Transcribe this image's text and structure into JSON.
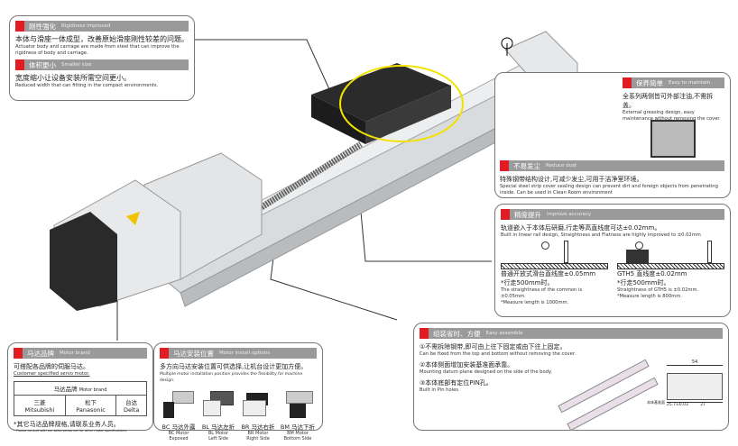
{
  "rigidity": {
    "title_zh": "刚性强化",
    "title_en": "Rigidness improved",
    "text_zh": "本体与滑座一体成型，改善原始滑座刚性较差的问题。",
    "text_en": "Actuator body and carriage are made from steel that can improve the rigidness of body and carriage."
  },
  "smaller": {
    "title_zh": "体积更小",
    "title_en": "Smaller size",
    "text_zh": "宽度缩小让设备安装所需空间更小。",
    "text_en": "Reduced width that can fitting in the compact environments."
  },
  "maintain": {
    "title_zh": "保养简单",
    "title_en": "Easy to maintain",
    "text_zh": "全系列两侧皆可外部注油,不需拆盖。",
    "text_en": "External greasing design, easy maintenance without removing the cover."
  },
  "dust": {
    "title_zh": "不易发尘",
    "title_en": "Reduce dust",
    "text_zh": "特殊钢带结构设计,可减少发尘,可用于洁净室环境。",
    "text_en": "Special steel strip cover sealing design can prevent dirt and foreign objects from penetrating inside. Can be used in Clean Room environment"
  },
  "accuracy": {
    "title_zh": "精度提升",
    "title_en": "Improve accuracy",
    "text_zh": "轨道嵌入于本体后研磨,行走等高直线度可达±0.02mm。",
    "text_en": "Built in linear rail design, Straightness and Flatness are highly improved to ±0.02mm",
    "left": {
      "zh1": "普通开放式滑台直线度±0.05mm",
      "zh2": "*行走500mm时。",
      "en1": "The straightness of the common is ±0.05mm.",
      "en2": "*Measure length is 1000mm."
    },
    "right": {
      "zh1": "GTH5  直线度±0.02mm",
      "zh2": "*行走500mm时。",
      "en1": "Straightness of GTH5 is ±0.02mm.",
      "en2": "*Measure length is 800mm."
    }
  },
  "assemble": {
    "title_zh": "组装省时、方便",
    "title_en": "Easy assemble",
    "steps": [
      {
        "num": "①",
        "zh": "不需拆除钢带,即可由上往下固定或由下往上固定。",
        "en": "Can be fixed from the top and bottom without removing the cover."
      },
      {
        "num": "②",
        "zh": "本体侧面增加安装基准面承靠。",
        "en": "Mounting datum plane designed on the side of the body."
      },
      {
        "num": "③",
        "zh": "本体底部有定位PIN孔。",
        "en": "Built in Pin holes."
      }
    ],
    "dims": {
      "width": "54",
      "left": "25.7±0.03",
      "right": "27",
      "note": "本体基准面"
    }
  },
  "motor_brand": {
    "title_zh": "马达品牌",
    "title_en": "Motor brand",
    "text_zh": "可搭配各品牌的伺服马达。",
    "text_en": "Customer specified servo motor.",
    "table_header_zh": "马达品牌",
    "table_header_en": "Motor brand",
    "brands": [
      {
        "zh": "三菱",
        "en": "Mitsubishi"
      },
      {
        "zh": "松下",
        "en": "Panasonic"
      },
      {
        "zh": "台达",
        "en": "Delta"
      }
    ],
    "note_zh": "*其它马达品牌规格,请联系业务人员。",
    "note_en": "* Please consult with our sales personnel for other motor specifications."
  },
  "motor_install": {
    "title_zh": "马达安装位置",
    "title_en": "Motor install options",
    "text_zh": "多方向马达安装位置可供选择,让机台设计更加方便。",
    "text_en": "Multiple motor installation position provides the flexibility for machine design.",
    "options": [
      {
        "zh": "BC 马达外露",
        "en1": "BC Motor",
        "en2": "Exposed"
      },
      {
        "zh": "BL 马达左折",
        "en1": "BL Motor",
        "en2": "Left Side"
      },
      {
        "zh": "BR 马达右折",
        "en1": "BR Motor",
        "en2": "Right Side"
      },
      {
        "zh": "BM 马达下折",
        "en1": "BM Motor",
        "en2": "Bottom Side"
      }
    ]
  },
  "colors": {
    "accent": "#e21c23",
    "header": "#9a9a9a",
    "highlight": "#f2e200"
  }
}
